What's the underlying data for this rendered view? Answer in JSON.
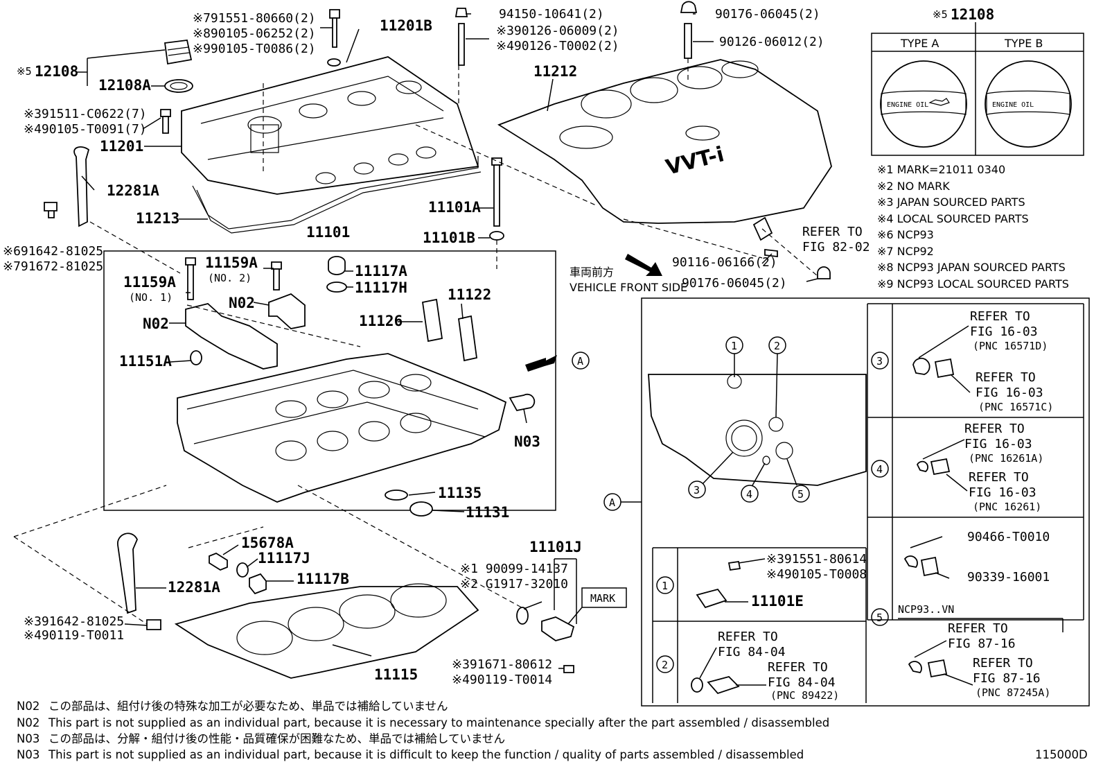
{
  "labels": {
    "cap_top_right_num": "※5",
    "cap_top_right": "12108",
    "type_a": "TYPE A",
    "type_b": "TYPE B",
    "cap_text": "ENGINE OIL",
    "l_80660": "※791551-80660(2)",
    "l_06252": "※890105-06252(2)",
    "l_T0086": "※990105-T0086(2)",
    "l_11201B": "11201B",
    "l_10641": "94150-10641(2)",
    "l_06009": "※390126-06009(2)",
    "l_T0002": "※490126-T0002(2)",
    "l_06045a": "90176-06045(2)",
    "l_06012": "90126-06012(2)",
    "l_12108_num": "※5",
    "l_12108": "12108",
    "l_12108A": "12108A",
    "l_C0622": "※391511-C0622(7)",
    "l_T0091": "※490105-T0091(7)",
    "l_11201": "11201",
    "l_12281A_top": "12281A",
    "l_11212": "11212",
    "l_11213": "11213",
    "l_11101A": "11101A",
    "l_11101B": "11101B",
    "l_11101": "11101",
    "l_81025_6": "※691642-81025",
    "l_81025_7": "※791672-81025",
    "l_refer_82": "REFER TO",
    "l_fig_82": "FIG 82-02",
    "l_06166": "90116-06166(2)",
    "l_06045b": "90176-06045(2)",
    "l_front_jp": "車両前方",
    "l_front_en": "VEHICLE FRONT SIDE",
    "l_11159A_1": "11159A",
    "l_no1": "(NO. 1)",
    "l_11159A_2": "11159A",
    "l_no2": "(NO. 2)",
    "l_N02_a": "N02",
    "l_N02_b": "N02",
    "l_11117A": "11117A",
    "l_11117H": "11117H",
    "l_11122": "11122",
    "l_11126": "11126",
    "l_11151A": "11151A",
    "l_A": "A",
    "l_N03": "N03",
    "l_11135": "11135",
    "l_11131": "11131",
    "l_15678A": "15678A",
    "l_11117J": "11117J",
    "l_11117B": "11117B",
    "l_12281A_bot": "12281A",
    "l_81025_3": "※391642-81025",
    "l_T0011": "※490119-T0011",
    "l_11115": "11115",
    "l_14137": "※1 90099-14137",
    "l_32010": "※2 G1917-32010",
    "l_11101J": "11101J",
    "l_mark": "MARK",
    "l_80612": "※391671-80612",
    "l_T0014": "※490119-T0014"
  },
  "legend": [
    "※1 MARK=21011 0340",
    "※2 NO MARK",
    "※3 JAPAN SOURCED PARTS",
    "※4 LOCAL SOURCED PARTS",
    "※6 NCP93",
    "※7 NCP92",
    "※8 NCP93 JAPAN SOURCED PARTS",
    "※9 NCP93 LOCAL SOURCED PARTS"
  ],
  "detail": {
    "box_label": "A",
    "c1": "1",
    "c2": "2",
    "c3": "3",
    "c4": "4",
    "c5": "5",
    "r3_refer1": "REFER TO",
    "r3_fig1": "FIG 16-03",
    "r3_pnc1": "(PNC 16571D)",
    "r3_refer2": "REFER TO",
    "r3_fig2": "FIG 16-03",
    "r3_pnc2": "(PNC 16571C)",
    "r4_refer1": "REFER TO",
    "r4_fig1": "FIG 16-03",
    "r4_pnc1": "(PNC 16261A)",
    "r4_refer2": "REFER TO",
    "r4_fig2": "FIG 16-03",
    "r4_pnc2": "(PNC 16261)",
    "r5_p1": "90466-T0010",
    "r5_p2": "90339-16001",
    "r5_ncp": "NCP93..VN",
    "r5_refer1": "REFER TO",
    "r5_fig1": "FIG 87-16",
    "r5_refer2": "REFER TO",
    "r5_fig2": "FIG 87-16",
    "r5_pnc2": "(PNC 87245A)",
    "r1_p1": "※391551-80614",
    "r1_p2": "※490105-T0008",
    "r1_p3": "11101E",
    "r2_refer1": "REFER TO",
    "r2_fig1": "FIG 84-04",
    "r2_refer2": "REFER TO",
    "r2_fig2": "FIG 84-04",
    "r2_pnc": "(PNC 89422)"
  },
  "notes": [
    {
      "code": "N02",
      "text": "この部品は、組付け後の特殊な加工が必要なため、単品では補給していません"
    },
    {
      "code": "N02",
      "text": "This part is not supplied as an individual part, because it is necessary to maintenance specially after the part assembled / disassembled"
    },
    {
      "code": "N03",
      "text": "この部品は、分解・組付け後の性能・品質確保が困難なため、単品では補給していません"
    },
    {
      "code": "N03",
      "text": "This part is not supplied as an individual part, because it is difficult to keep the function / quality of parts  assembled / disassembled"
    }
  ],
  "figure_id": "115000D",
  "cover_logo_text": "VVT-i"
}
